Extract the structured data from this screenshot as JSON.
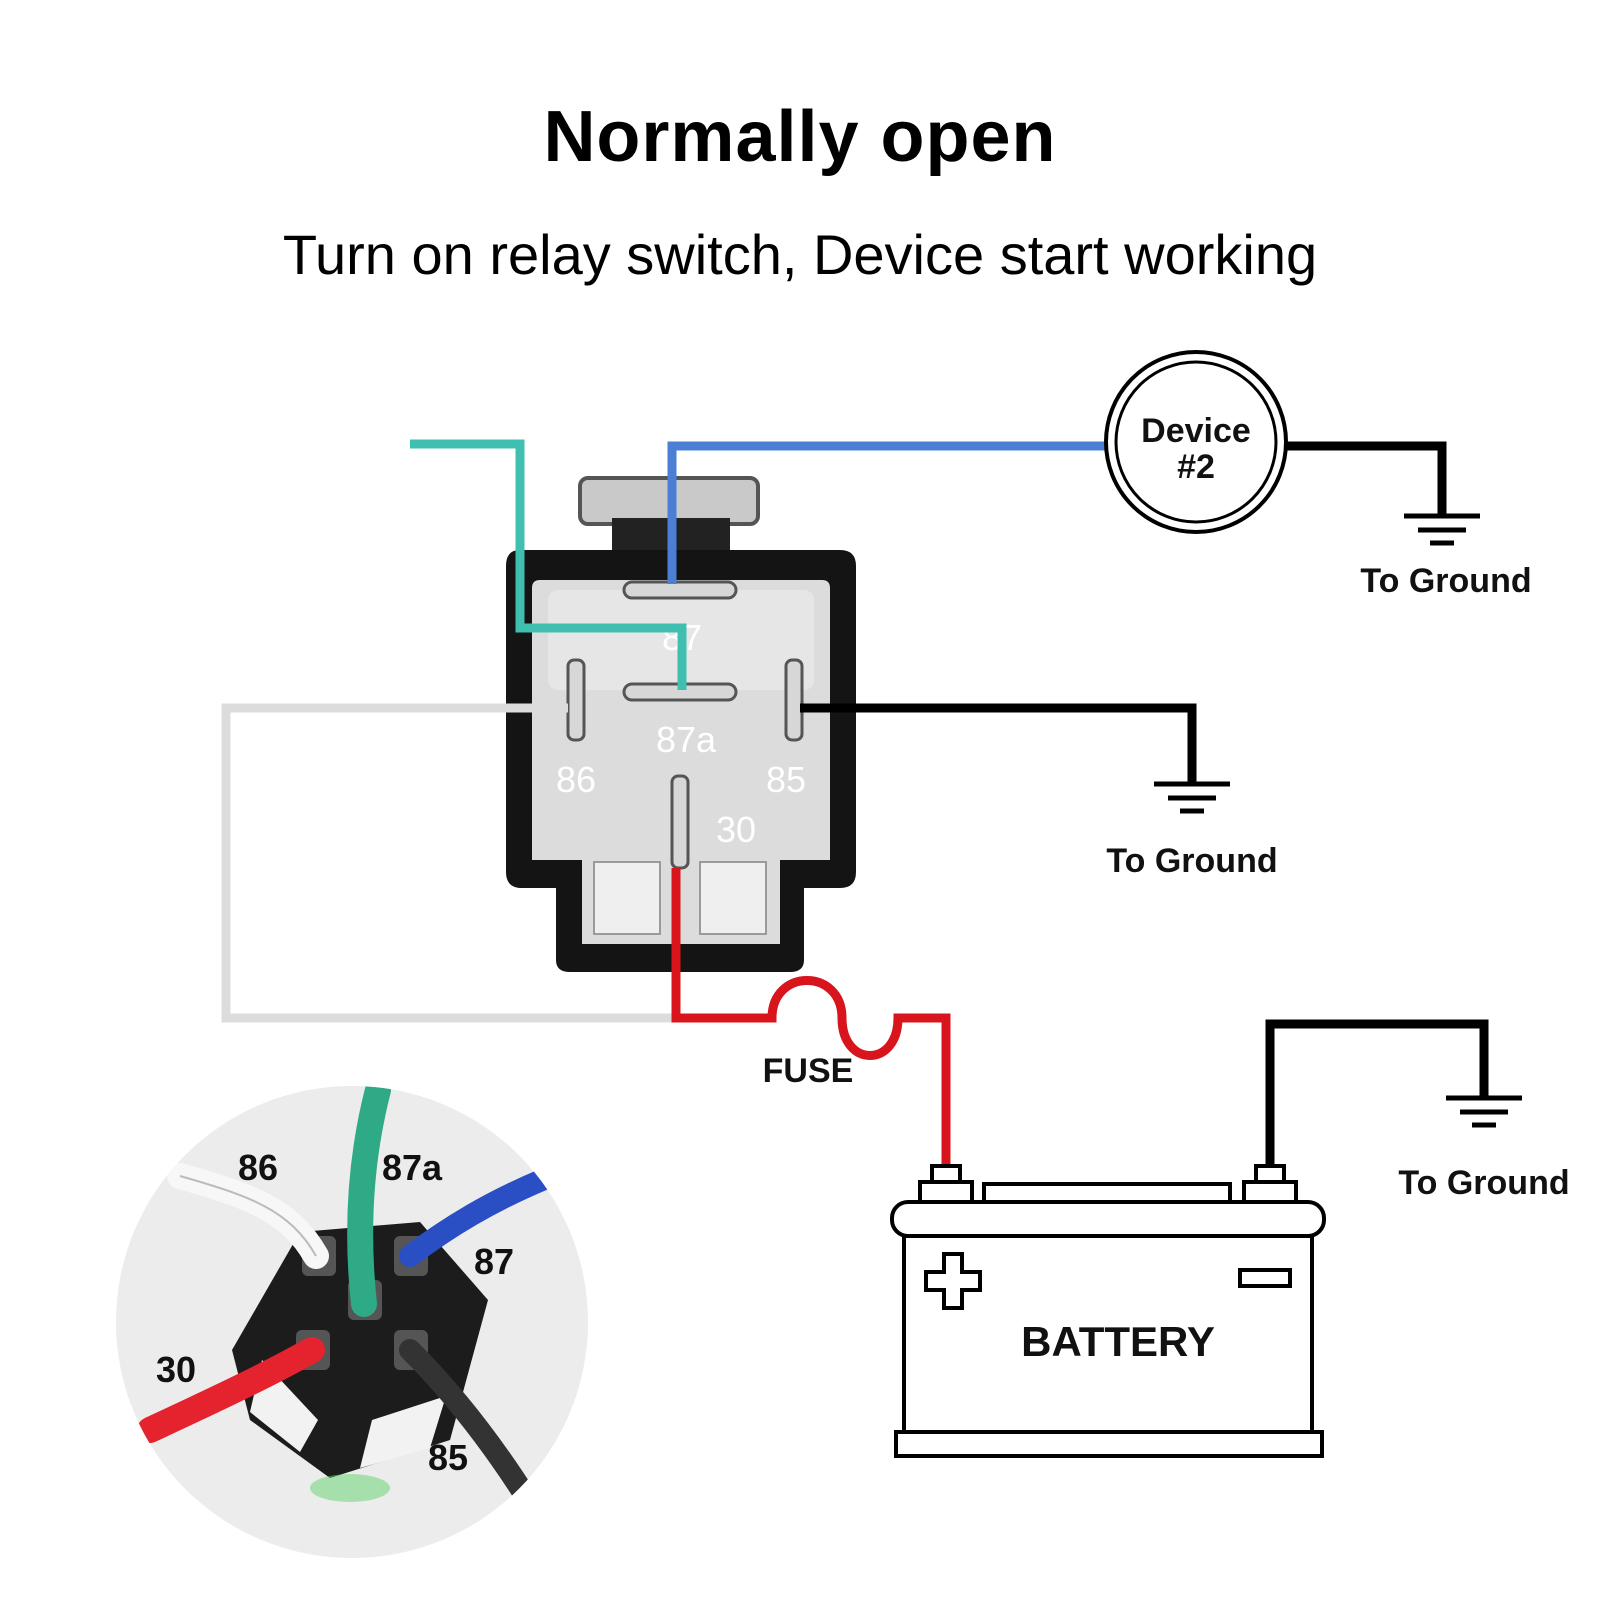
{
  "title": "Normally open",
  "subtitle": "Turn on relay switch, Device start working",
  "relay": {
    "pins": {
      "p87": "87",
      "p87a": "87a",
      "p86": "86",
      "p85": "85",
      "p30": "30"
    }
  },
  "device": {
    "line1": "Device",
    "line2": "#2"
  },
  "ground_labels": {
    "device": "To Ground",
    "relay": "To Ground",
    "battery": "To Ground"
  },
  "fuse_label": "FUSE",
  "battery_label": "BATTERY",
  "connector": {
    "labels": {
      "p86": "86",
      "p87a": "87a",
      "p87": "87",
      "p30": "30",
      "p85": "85"
    }
  },
  "colors": {
    "wire_87": "#4a7fd4",
    "wire_87a": "#3fbfb0",
    "wire_86": "#dcdcdc",
    "wire_85": "#000000",
    "wire_30": "#d8141c",
    "relay_body": "#1a1a1a",
    "relay_face": "#d9d9d9"
  }
}
